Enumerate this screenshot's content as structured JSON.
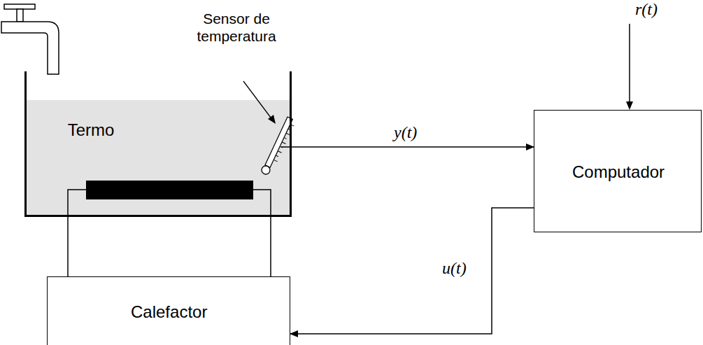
{
  "diagram": {
    "nodes": [
      {
        "text": [
          "Termo"
        ]
      },
      {
        "text": [
          "Computador"
        ]
      },
      {
        "text": [
          "Calefactor"
        ]
      }
    ],
    "edges": [
      {
        "from": 0,
        "to": 1,
        "arrow": "to",
        "label": "y(t)"
      },
      {
        "from": 1,
        "to": 2,
        "arrow": "to",
        "label": "u(t)"
      }
    ],
    "labels": [
      "Sensor de temperatura",
      "r(t)"
    ]
  }
}
